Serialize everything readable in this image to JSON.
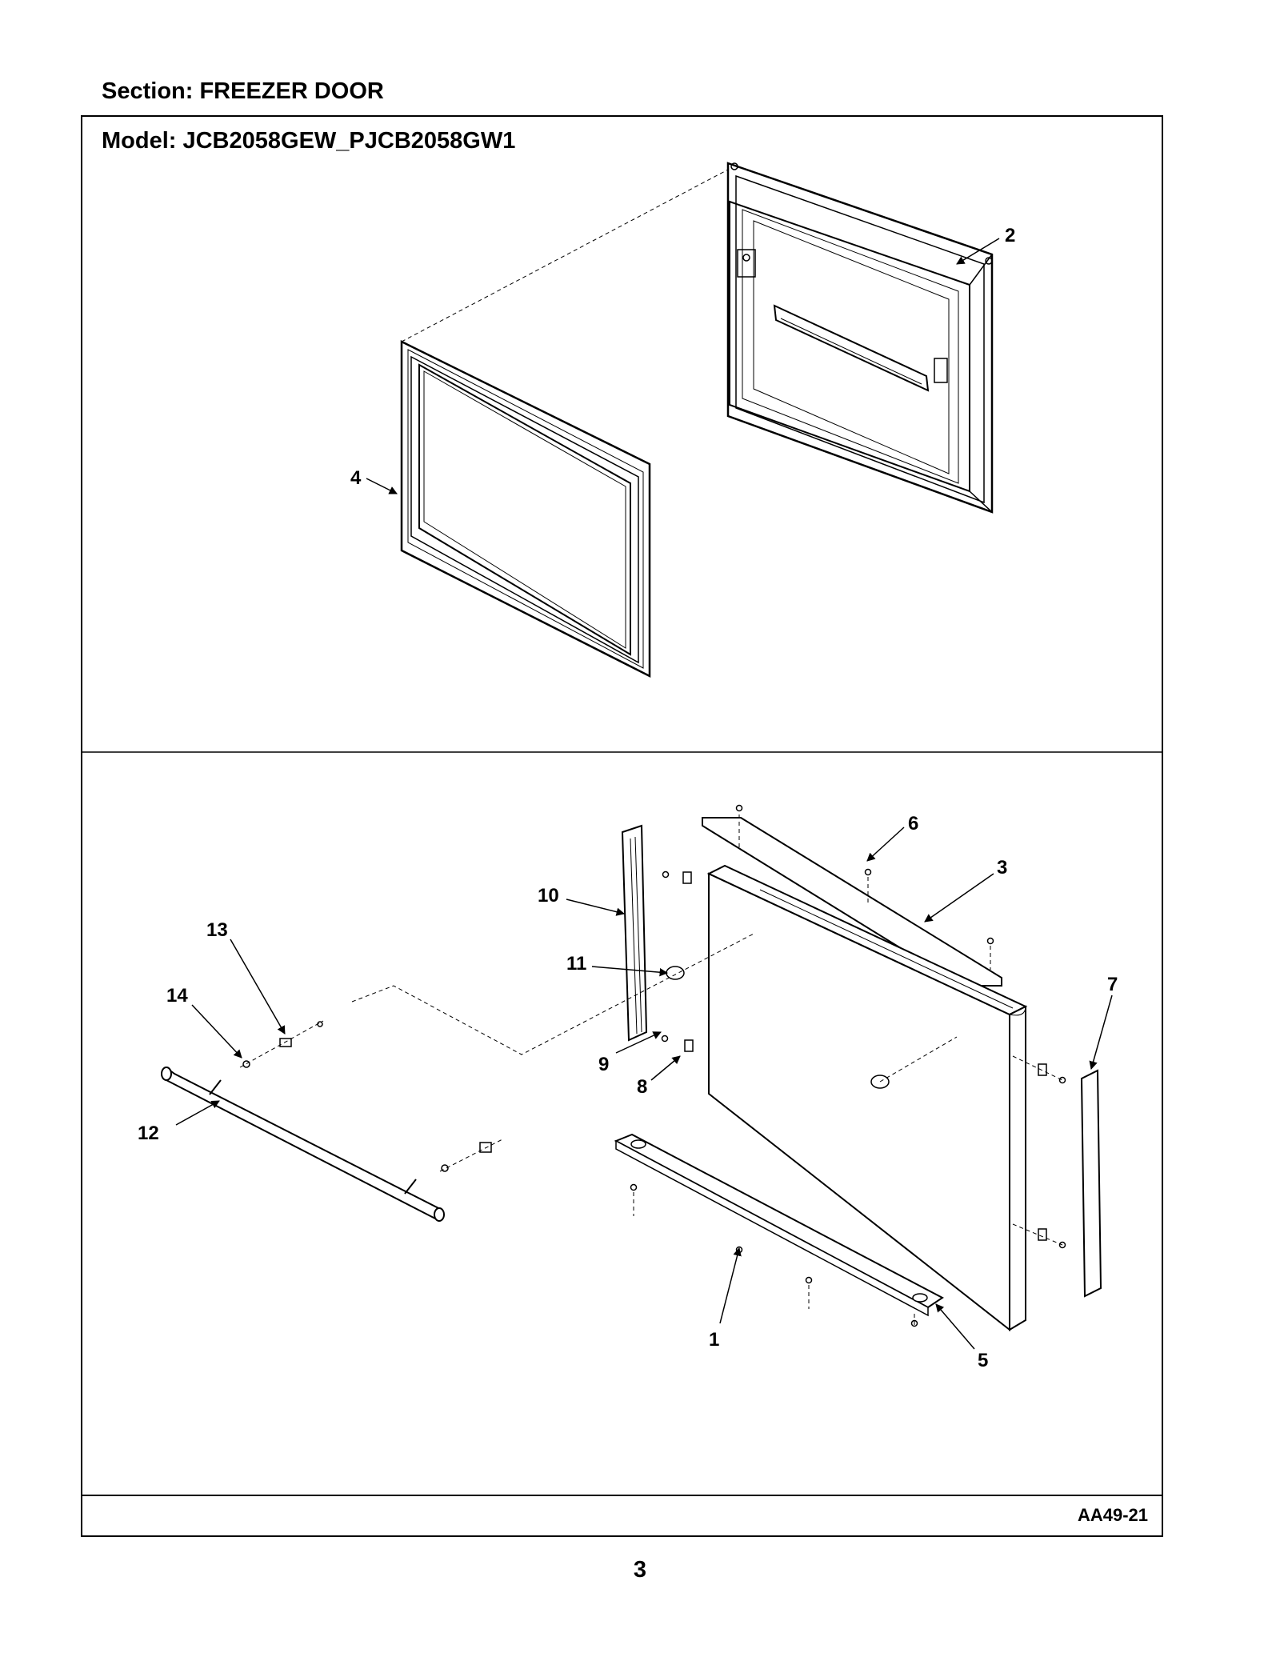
{
  "section_label": "Section:  FREEZER DOOR",
  "model_label": "Model:  JCB2058GEW_PJCB2058GW1",
  "document_code": "AA49-21",
  "page_number": "3",
  "callouts": [
    "1",
    "2",
    "3",
    "4",
    "5",
    "6",
    "7",
    "8",
    "9",
    "10",
    "11",
    "12",
    "13",
    "14"
  ]
}
